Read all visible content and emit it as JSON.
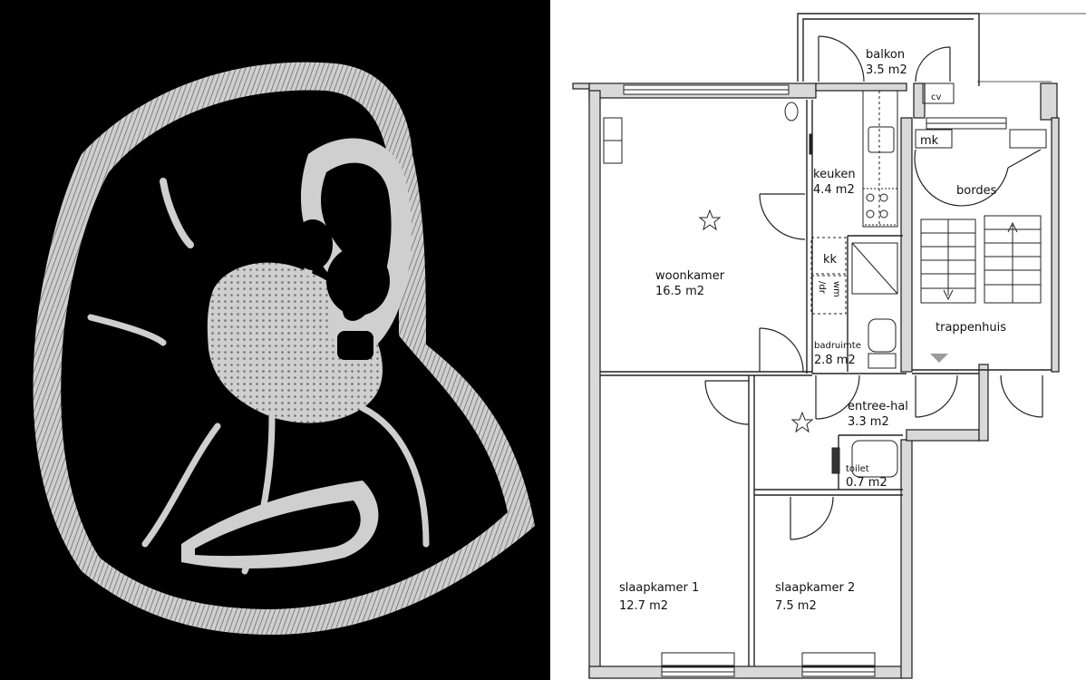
{
  "colors": {
    "wall_fill": "#d9d9d9",
    "wall_stroke": "#1a1a1a",
    "line": "#222222",
    "cross_section_fill": "#cfcfcf",
    "cross_section_bg": "#000000"
  },
  "rooms": {
    "balkon": {
      "name": "balkon",
      "area": "3.5 m2"
    },
    "cv": {
      "name": "cv"
    },
    "mk": {
      "name": "mk"
    },
    "bordes": {
      "name": "bordes"
    },
    "keuken": {
      "name": "keuken",
      "area": "4.4 m2"
    },
    "woonkamer": {
      "name": "woonkamer",
      "area": "16.5 m2"
    },
    "kk": {
      "name": "kk"
    },
    "dr": {
      "name": "/dr"
    },
    "wm": {
      "name": "wm"
    },
    "trappenhuis": {
      "name": "trappenhuis"
    },
    "badruimte": {
      "name": "badruimte",
      "area": "2.8 m2"
    },
    "entree_hal": {
      "name": "entree-hal",
      "area": "3.3 m2"
    },
    "toilet": {
      "name": "toilet",
      "area": "0.7 m2"
    },
    "slaapkamer1": {
      "name": "slaapkamer 1",
      "area": "12.7 m2"
    },
    "slaapkamer2": {
      "name": "slaapkamer 2",
      "area": "7.5 m2"
    }
  }
}
